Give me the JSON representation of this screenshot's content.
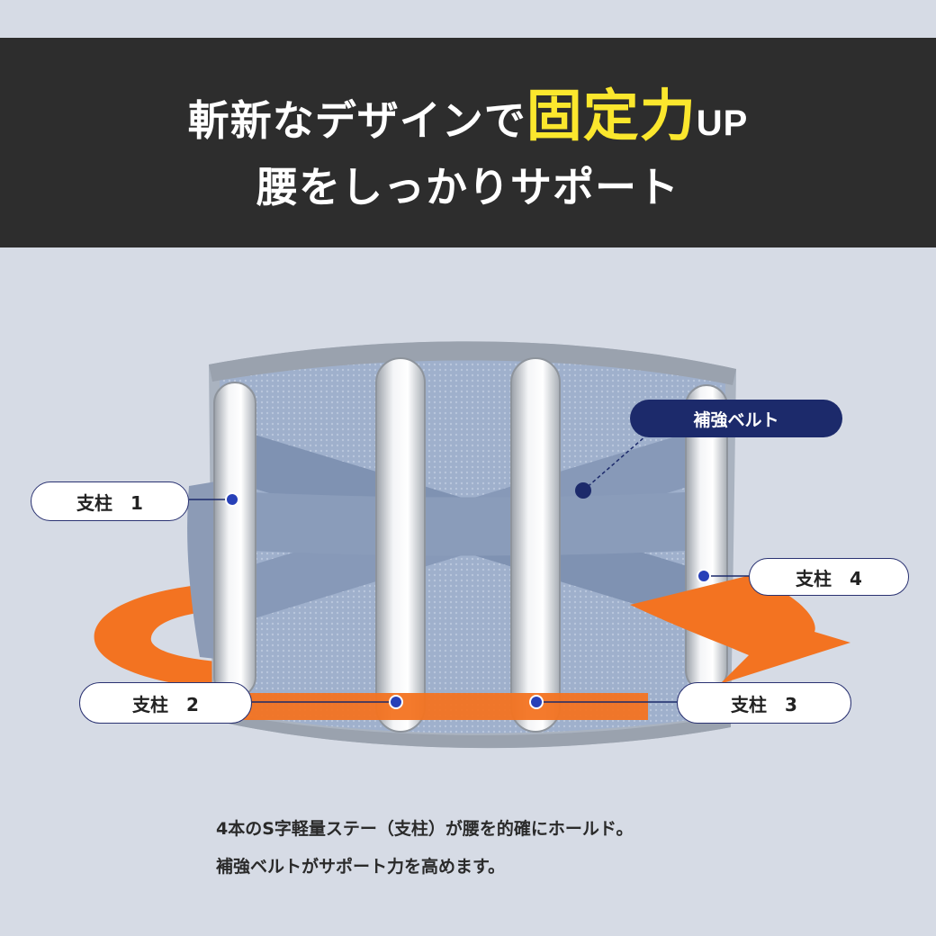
{
  "header": {
    "line1_prefix": "斬新なデザインで",
    "line1_highlight": "固定力",
    "line1_suffix": "UP",
    "line2": "腰をしっかりサポート"
  },
  "labels": {
    "belt": "補強ベルト",
    "stay1": "支柱　1",
    "stay2": "支柱　2",
    "stay3": "支柱　3",
    "stay4": "支柱　4"
  },
  "caption": {
    "line1": "4本のS字軽量ステー（支柱）が腰を的確にホールド。",
    "line2": "補強ベルトがサポート力を高めます。"
  },
  "colors": {
    "banner": "#2d2d2d",
    "highlight": "#fbe72d",
    "background": "#d6dbe5",
    "belt_body": "#8b9cbc",
    "strap": "#7f92b2",
    "arrow": "#f37321",
    "label_dark": "#1c2a6b"
  }
}
